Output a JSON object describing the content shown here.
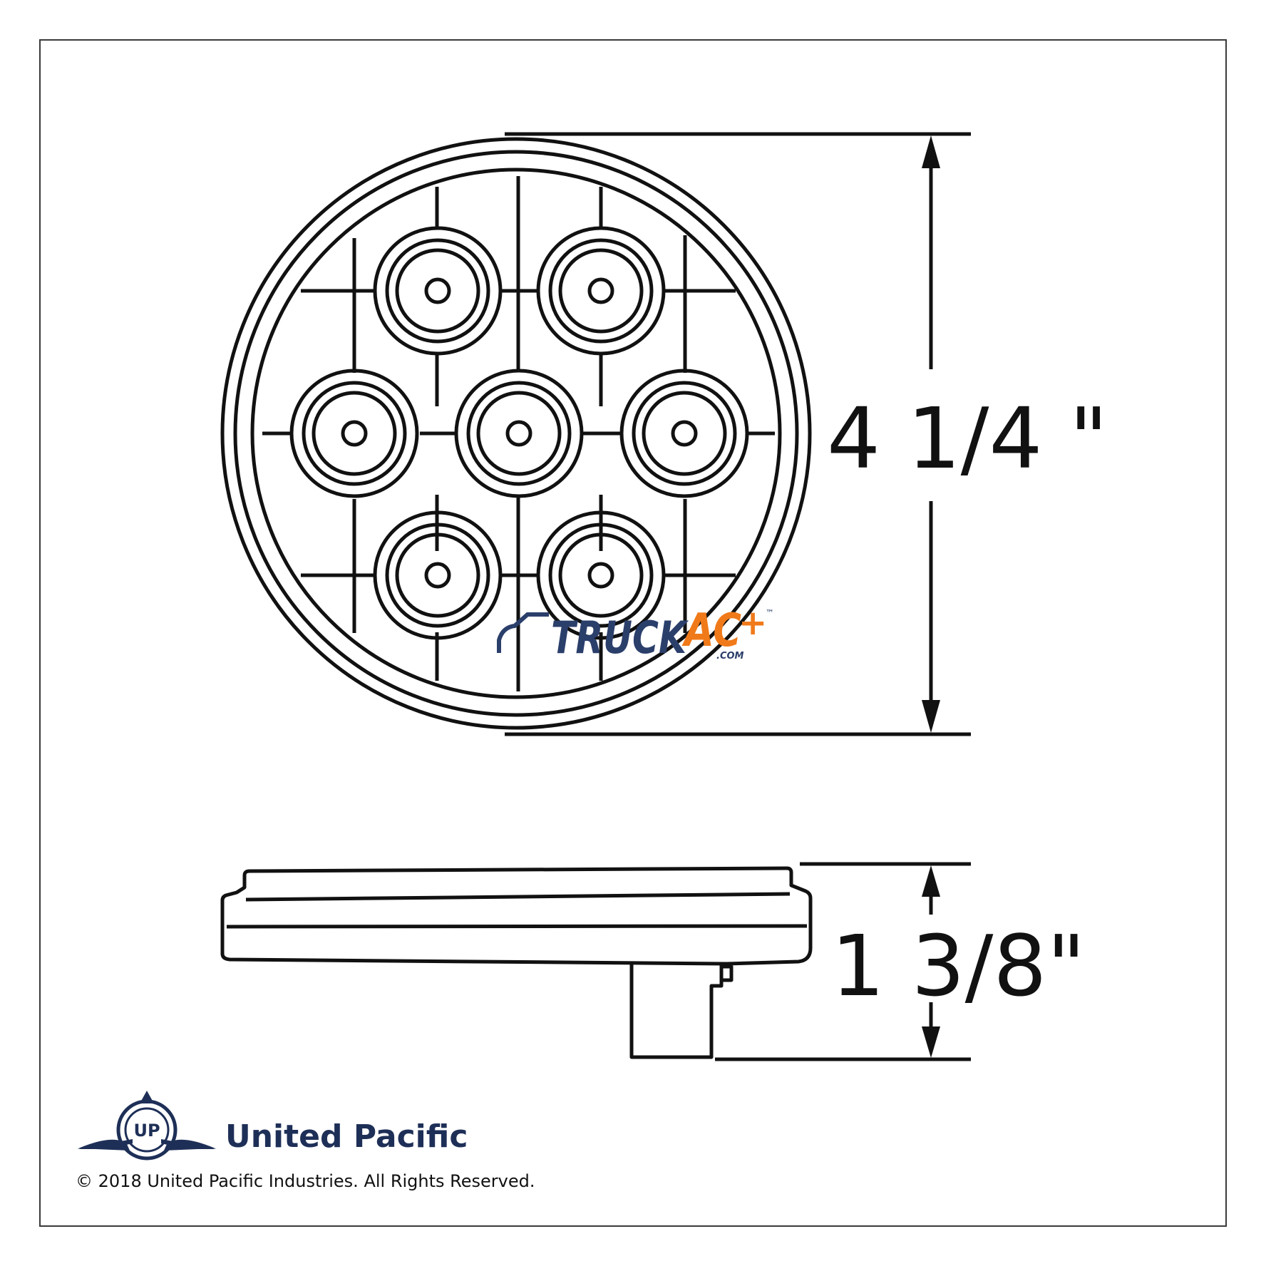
{
  "dimensions": {
    "diameter_label": "4 1/4 \"",
    "depth_label": "1 3/8\""
  },
  "lamp": {
    "led_count": 7
  },
  "watermark": {
    "text_main": "TRUCK",
    "text_accent": "AC",
    "plus": "+",
    "domain": ".COM",
    "tm": "™"
  },
  "brand": {
    "name": "United Pacific",
    "emblem_letters": "UP"
  },
  "footer": {
    "copyright": "© 2018 United Pacific Industries. All Rights Reserved."
  },
  "colors": {
    "line": "#111111",
    "brand_navy": "#1e2f57",
    "watermark_navy": "#2b3f6b",
    "watermark_orange": "#f07a1a"
  }
}
